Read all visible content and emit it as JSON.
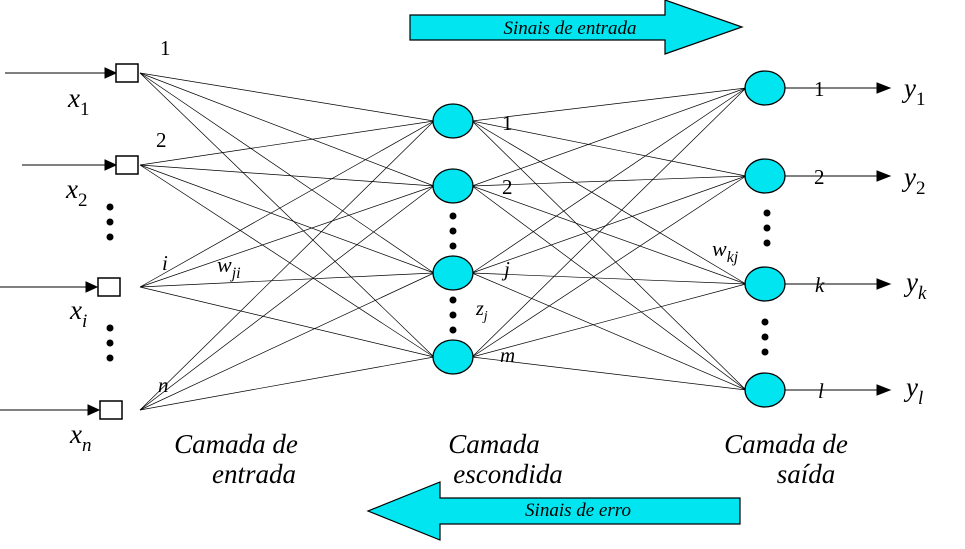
{
  "diagram": {
    "signals": {
      "forward": "Sinais de entrada",
      "backward": "Sinais de erro"
    },
    "colors": {
      "node_fill": "#00e5ef",
      "arrow_fill": "#00e5ef",
      "line": "#000000",
      "background": "#ffffff"
    },
    "input_layer": {
      "title_line1": "Camada de",
      "title_line2": "entrada",
      "labels": [
        "1",
        "2",
        "i",
        "n"
      ],
      "inputs": [
        {
          "base": "x",
          "sub": "1"
        },
        {
          "base": "x",
          "sub": "2"
        },
        {
          "base": "x",
          "sub": "i"
        },
        {
          "base": "x",
          "sub": "n"
        }
      ],
      "weight": {
        "base": "w",
        "sub": "ji"
      }
    },
    "hidden_layer": {
      "title_line1": "Camada",
      "title_line2": "escondida",
      "labels": [
        "1",
        "2",
        "j",
        "m"
      ],
      "activation": {
        "base": "z",
        "sub": "j"
      }
    },
    "output_layer": {
      "title_line1": "Camada de",
      "title_line2": "saída",
      "labels": [
        "1",
        "2",
        "k",
        "l"
      ],
      "outputs": [
        {
          "base": "y",
          "sub": "1"
        },
        {
          "base": "y",
          "sub": "2"
        },
        {
          "base": "y",
          "sub": "k"
        },
        {
          "base": "y",
          "sub": "l"
        }
      ],
      "weight": {
        "base": "w",
        "sub": "kj"
      }
    }
  }
}
